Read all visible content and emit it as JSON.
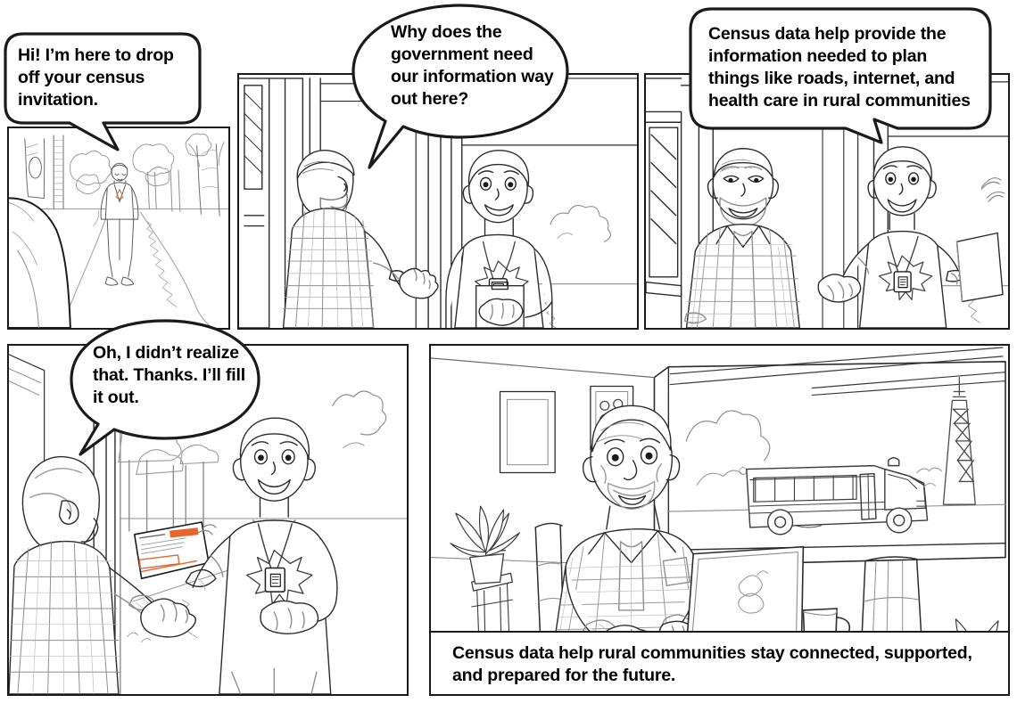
{
  "comic": {
    "title": "Census rural outreach comic strip",
    "ink_color": "#1a1a1a",
    "accent_color": "#e8642a",
    "background_color": "#ffffff",
    "panels": [
      {
        "id": "panel-1",
        "order": 1,
        "scene_description": "Over-the-shoulder view of a census worker walking up a wooded dirt path toward the viewer",
        "bubble": {
          "shape": "rounded-rectangle",
          "speaker": "census-worker",
          "text": "Hi! I’m here to drop off your census invitation."
        }
      },
      {
        "id": "panel-2",
        "order": 2,
        "scene_description": "A bearded man in a plaid shirt stands in his doorway talking with a smiling census worker wearing a maple leaf vest and ID lanyard",
        "bubble": {
          "shape": "oval",
          "speaker": "resident",
          "text": "Why does the government need our information way out here?"
        }
      },
      {
        "id": "panel-3",
        "order": 3,
        "scene_description": "The census worker holds a clipboard and gestures while explaining to the resident outside the house",
        "bubble": {
          "shape": "rounded-rectangle",
          "speaker": "census-worker",
          "text": "Census data help provide the information needed to plan things like roads, internet, and health care in rural communities"
        }
      },
      {
        "id": "panel-4",
        "order": 4,
        "scene_description": "The census worker hands the orange census invitation letter to the resident, who takes it",
        "bubble": {
          "shape": "oval",
          "speaker": "resident",
          "text": "Oh, I didn’t realize that. Thanks. I’ll fill it out."
        }
      },
      {
        "id": "panel-5",
        "order": 5,
        "scene_description": "The resident sits at a kitchen table filling out the census on a laptop with a coffee mug; out the window a school bus passes and a communications tower stands on the horizon; houseplants and framed pictures fill the room",
        "caption": "Census data help rural communities stay connected, supported, and prepared for the future."
      }
    ]
  }
}
